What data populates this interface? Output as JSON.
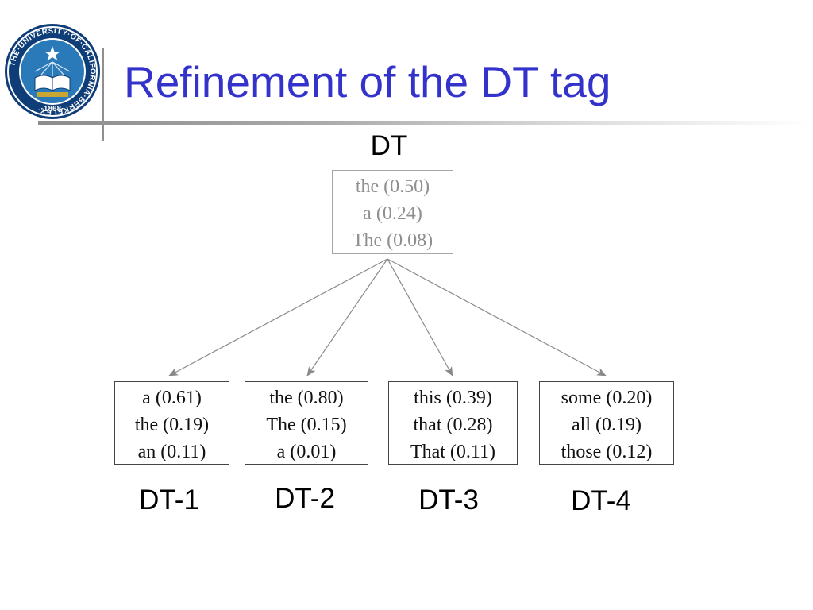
{
  "slide": {
    "title": "Refinement of the DT tag",
    "logo_text": "THE UNIVERSITY OF CALIFORNIA BERKELEY 1868"
  },
  "colors": {
    "title": "#3333cc",
    "seal_blue": "#0f3d78",
    "seal_gold": "#c9a634",
    "root_text": "#8f8f8f",
    "edge": "#8a8a8a"
  },
  "tree": {
    "root": {
      "label": "DT",
      "entries": [
        "the (0.50)",
        "a (0.24)",
        "The (0.08)"
      ]
    },
    "children": [
      {
        "label": "DT-1",
        "entries": [
          "a (0.61)",
          "the (0.19)",
          "an (0.11)"
        ]
      },
      {
        "label": "DT-2",
        "entries": [
          "the (0.80)",
          "The (0.15)",
          "a (0.01)"
        ]
      },
      {
        "label": "DT-3",
        "entries": [
          "this (0.39)",
          "that (0.28)",
          "That (0.11)"
        ]
      },
      {
        "label": "DT-4",
        "entries": [
          "some (0.20)",
          "all (0.19)",
          "those (0.12)"
        ]
      }
    ]
  }
}
